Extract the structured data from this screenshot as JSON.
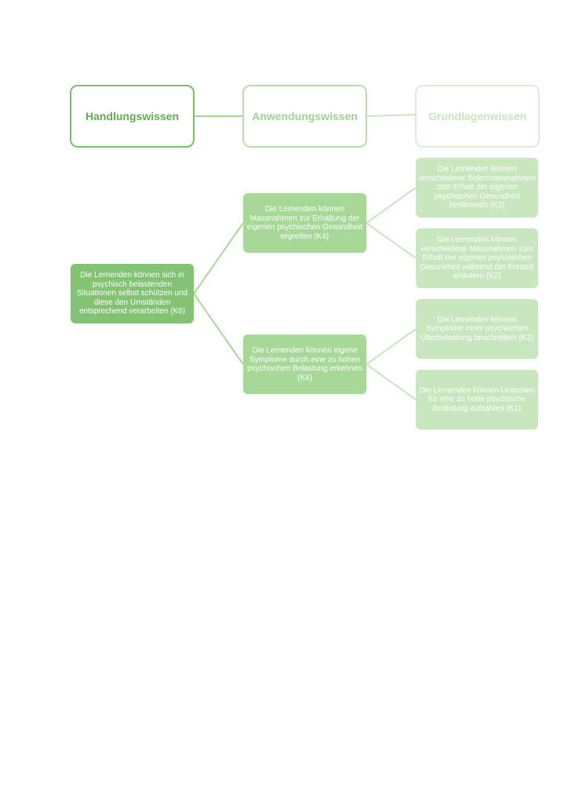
{
  "headers": {
    "level1": "Handlungswissen",
    "level2": "Anwendungswissen",
    "level3": "Grundlagenwissen"
  },
  "nodes": {
    "root": "Die Lernenden können sich in psychisch belastenden Situationen selbst schützen und diese den Umständen entsprechend verarbeiten (K6)",
    "mid": [
      "Die Lernenden können Massnahmen zur Erhaltung der eigenen psychischen Gesundheit ergreifen (K4)",
      "Die Lernenden können eigene Symptome durch eine zu hohen psychischen Belastung erkennen (K4)"
    ],
    "leaves": [
      "Die Lernenden können verschiedene Sofortmassnahmen zum Erhalt der eigenen psychischen Gesundheit bestimmen (K2)",
      "Die Lernenden können verschiedene Massnahmen zum Erhalt der eigenen psychischen Gesundheit während der Freizeit erläutern (K2)",
      "Die Lernenden können Symptome einer psychischen Überbelastung beschreiben (K2)",
      "Die Lernenden können Ursachen für eine zu hohe psychische Belastung aufzählen (K1)"
    ]
  },
  "colors": {
    "level1": "#84c374",
    "level2": "#a6d898",
    "level3": "#c8e7bf",
    "header_border_1": "#77c167",
    "header_border_2": "#b6dfab",
    "header_border_3": "#dcefd6"
  }
}
